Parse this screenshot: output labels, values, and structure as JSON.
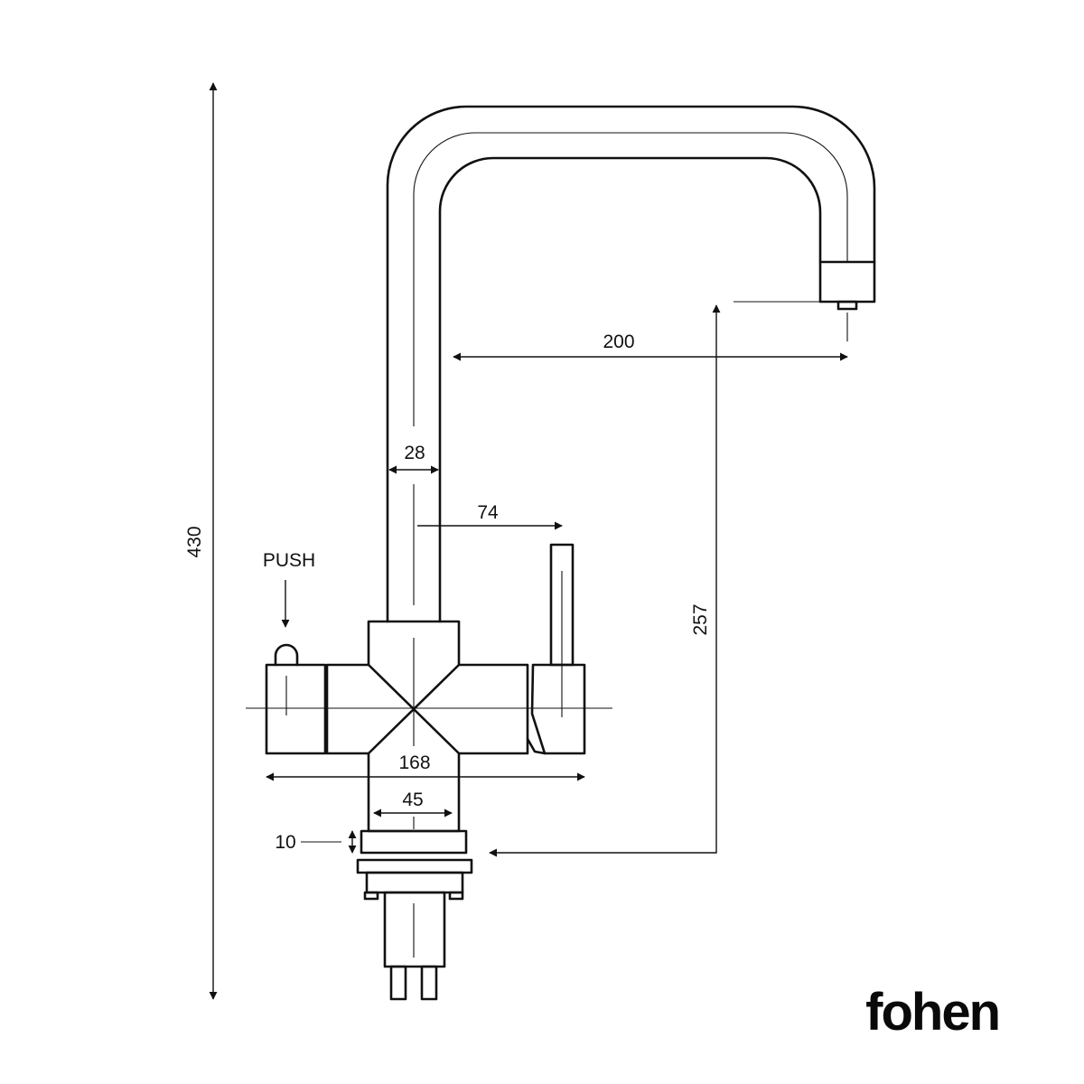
{
  "brand": {
    "name": "fohen"
  },
  "annotations": {
    "push_label": "PUSH"
  },
  "dimensions": {
    "total_height": "430",
    "spout_reach": "200",
    "spout_diameter": "28",
    "lever_offset": "74",
    "body_width": "168",
    "base_diameter": "45",
    "base_ring_height": "10",
    "spout_clearance": "257"
  },
  "colors": {
    "line": "#111111",
    "background": "#ffffff"
  }
}
